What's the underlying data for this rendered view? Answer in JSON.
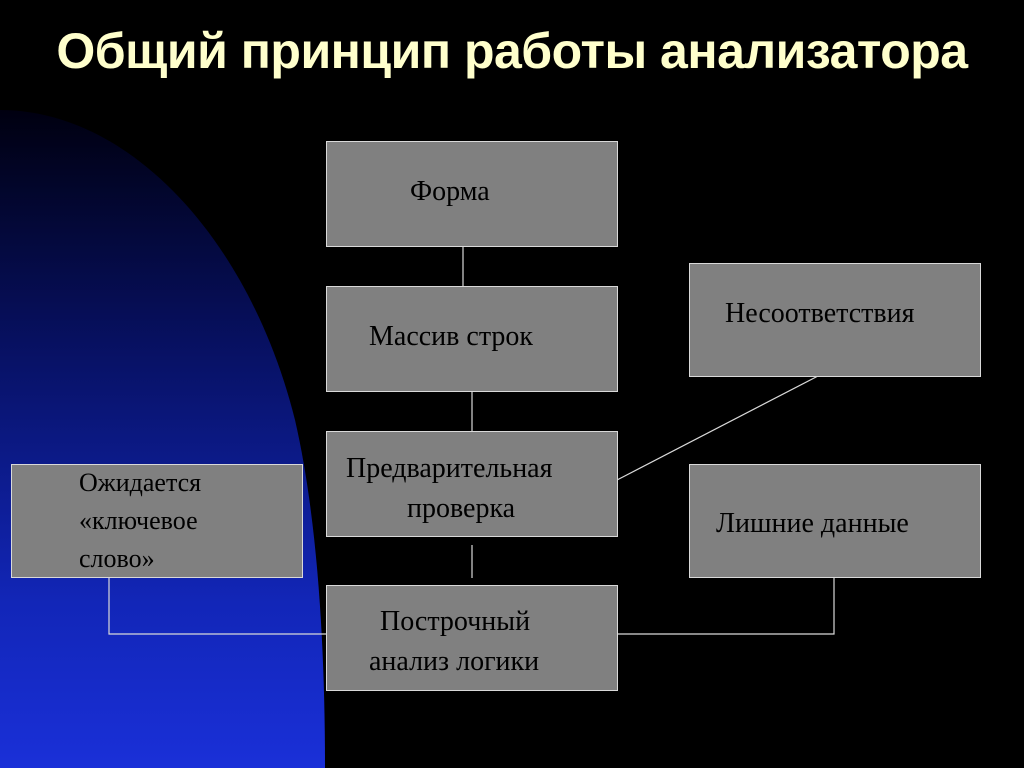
{
  "title": "Общий принцип работы анализатора",
  "boxes": {
    "forma": "Форма",
    "massiv": "Массив строк",
    "predvar_1": "Предварительная",
    "predvar_2": "проверка",
    "postroch_1": "Построчный",
    "postroch_2": "анализ логики",
    "nesoot": "Несоответствия",
    "lishnie": "Лишние данные",
    "ozhid_1": "Ожидается",
    "ozhid_2": "«ключевое",
    "ozhid_3": "слово»"
  },
  "colors": {
    "background": "#000000",
    "accent_blue": "#1a2fd6",
    "box_fill": "#808080",
    "box_border": "#d9d9d9",
    "title": "#ffffcc",
    "line": "#d9d9d9"
  }
}
